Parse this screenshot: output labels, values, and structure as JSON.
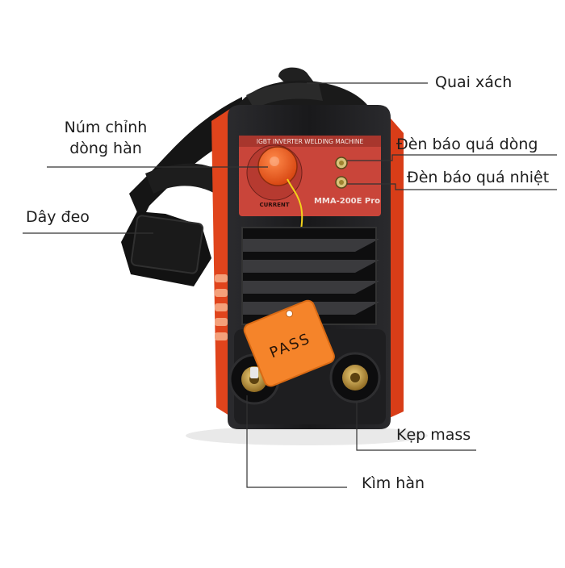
{
  "product": {
    "panel_title": "IGBT INVERTER WELDING MACHINE",
    "model_text": "MMA-200E Pro",
    "knob_caption": "CURRENT",
    "tag_text": "PASS",
    "colors": {
      "body_orange": "#e0441c",
      "case_black": "#1c1c1e",
      "panel_red": "#c9453a",
      "knob_orange": "#ef5a1e",
      "tag_orange": "#f5842a",
      "strap_black": "#151515",
      "brass": "#c9a14a"
    }
  },
  "labels": {
    "quai_xach": "Quai xách",
    "num_chinh_line1": "Núm chỉnh",
    "num_chinh_line2": "dòng hàn",
    "den_bao_qua_dong": "Đèn báo quá dòng",
    "den_bao_qua_nhiet": "Đèn báo quá nhiệt",
    "day_deo": "Dây đeo",
    "kep_mass": "Kẹp mass",
    "kim_han": "Kìm hàn"
  }
}
